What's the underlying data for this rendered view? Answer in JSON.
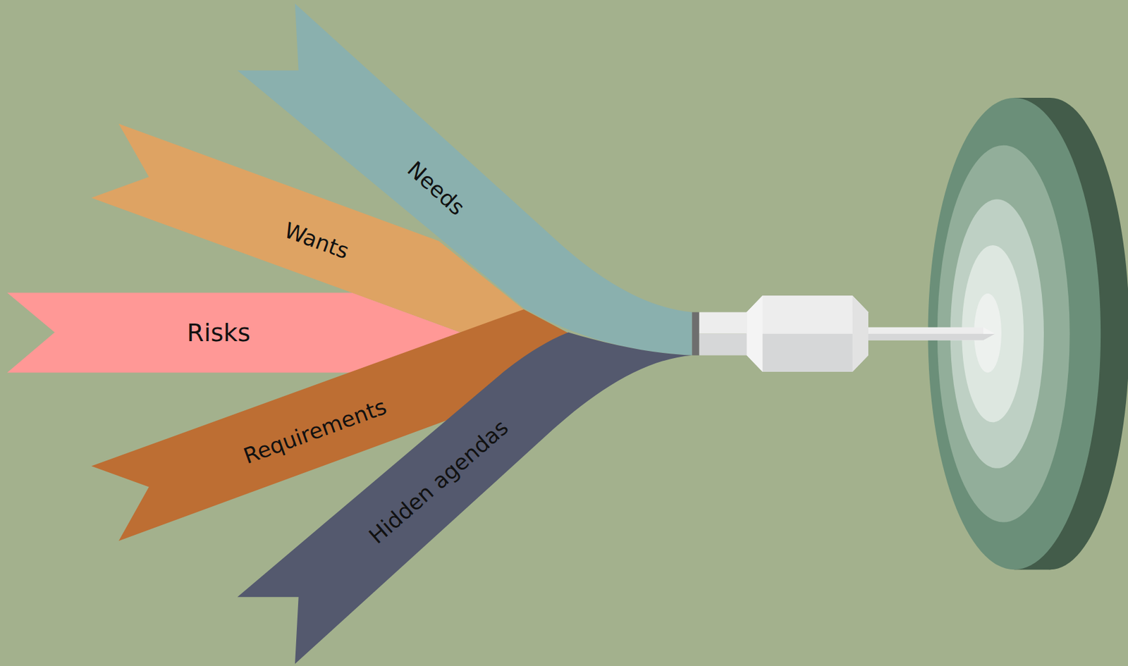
{
  "diagram": {
    "nodes": [
      {
        "text": [
          "Needs"
        ]
      },
      {
        "text": [
          "Wants"
        ]
      },
      {
        "text": [
          "Risks"
        ]
      },
      {
        "text": [
          "Requirements"
        ]
      },
      {
        "text": [
          "Hidden agendas"
        ]
      }
    ]
  }
}
